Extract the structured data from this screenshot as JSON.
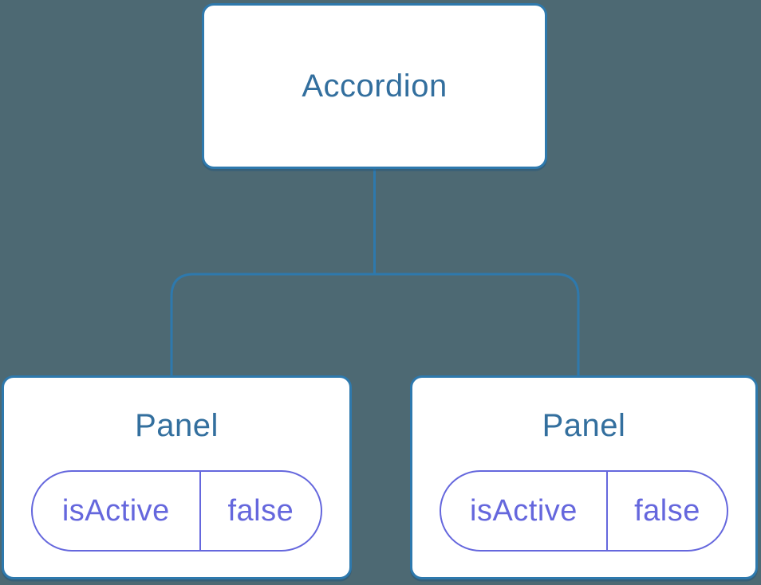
{
  "colors": {
    "background": "#4D6973",
    "connector": "#2E79AD",
    "node_border": "#2E79AD",
    "node_fill": "#ffffff",
    "title_text": "#336F9E",
    "state_accent": "#6567DD"
  },
  "tree": {
    "root": {
      "label": "Accordion"
    },
    "children": [
      {
        "label": "Panel",
        "state": {
          "key": "isActive",
          "value": "false"
        }
      },
      {
        "label": "Panel",
        "state": {
          "key": "isActive",
          "value": "false"
        }
      }
    ]
  }
}
